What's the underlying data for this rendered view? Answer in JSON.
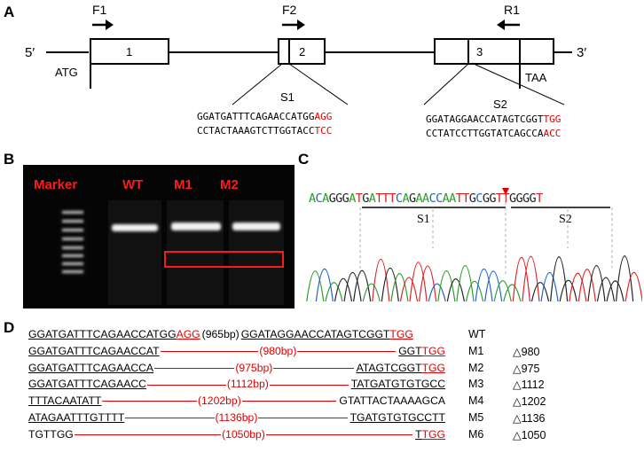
{
  "panels": {
    "a": "A",
    "b": "B",
    "c": "C",
    "d": "D"
  },
  "gene_diagram": {
    "five_prime": "5′",
    "three_prime": "3′",
    "primers": [
      "F1",
      "F2",
      "R1"
    ],
    "exons": [
      "1",
      "2",
      "3"
    ],
    "start_codon": "ATG",
    "stop_codon": "TAA",
    "site1": {
      "name": "S1",
      "top_black": "GGATGATTTCAGAACCATGG",
      "top_red": "AGG",
      "bottom_black": "CCTACTAAAGTCTTGGTACC",
      "bottom_red": "TCC"
    },
    "site2": {
      "name": "S2",
      "top_black": "GGATAGGAACCATAGTCGGT",
      "top_red": "TGG",
      "bottom_black": "CCTATCCTTGGTATCAGCCA",
      "bottom_red": "ACC"
    }
  },
  "gel": {
    "lanes": [
      "Marker",
      "WT",
      "M1",
      "M2"
    ]
  },
  "chromatogram": {
    "sequence": "ACAGGGATGATTTCAGAACCAATTGCGGTTGGGGT",
    "s1_label": "S1",
    "s2_label": "S2"
  },
  "alleles": [
    {
      "left_u": "GGATGATTTCAGAACCATGG",
      "left_red_u": "AGG",
      "mid": "(965bp)",
      "right_u": "GGATAGGAACCATAGTCGGT",
      "right_red_u": "TGG",
      "name": "WT",
      "del": ""
    },
    {
      "left_u": "GGATGATTTCAGAACCAT",
      "mid": "(980bp)",
      "right_u": "GGT",
      "right_red_u": "TGG",
      "name": "M1",
      "del": "△980"
    },
    {
      "left_u": "GGATGATTTCAGAACCA",
      "mid": "(975bp)",
      "right_u": "ATAGTCGGT",
      "right_red_u": "TGG",
      "name": "M2",
      "del": "△975"
    },
    {
      "left_u": "GGATGATTTCAGAACC",
      "mid": "(1112bp)",
      "right_u": "TATGATGTGTGCC",
      "name": "M3",
      "del": "△1112"
    },
    {
      "left_u": "TTTACAATATT",
      "mid": "(1202bp)",
      "right_plain": "GTATTACTAAAAGCA",
      "name": "M4",
      "del": "△1202"
    },
    {
      "left_u": "ATAGAATTTGTTTT",
      "mid": "(1136bp)",
      "right_u": "TGATGTGTGCCTT",
      "name": "M5",
      "del": "△1136"
    },
    {
      "left_plain": "TGTTGG",
      "mid": "(1050bp)",
      "right_u": "T",
      "right_red_u": "TGG",
      "name": "M6",
      "del": "△1050"
    }
  ]
}
